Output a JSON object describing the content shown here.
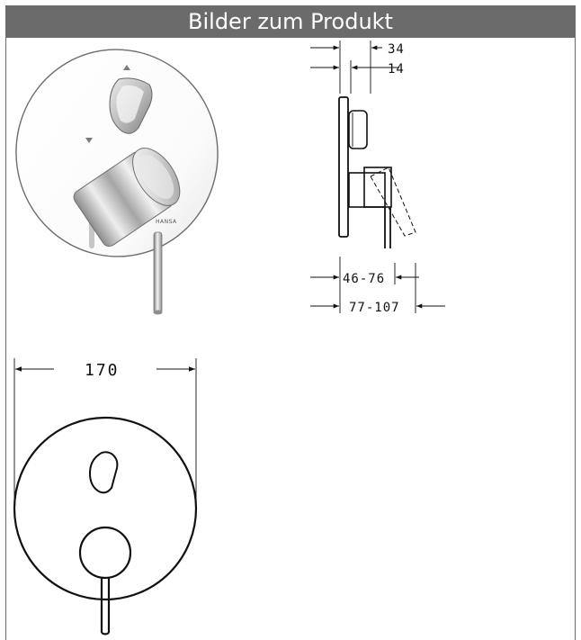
{
  "header": {
    "title": "Bilder zum Produkt",
    "background": "#6b6b6b",
    "text_color": "#ffffff"
  },
  "product_photo": {
    "brand_mark": "HANSA",
    "icons": [
      "arrow-up-icon",
      "arrow-down-icon"
    ]
  },
  "side_drawing": {
    "dim_top_outer": "34",
    "dim_top_inner": "14",
    "dim_bottom_inner": "46-76",
    "dim_bottom_outer": "77-107"
  },
  "front_drawing": {
    "dim_width": "170"
  }
}
